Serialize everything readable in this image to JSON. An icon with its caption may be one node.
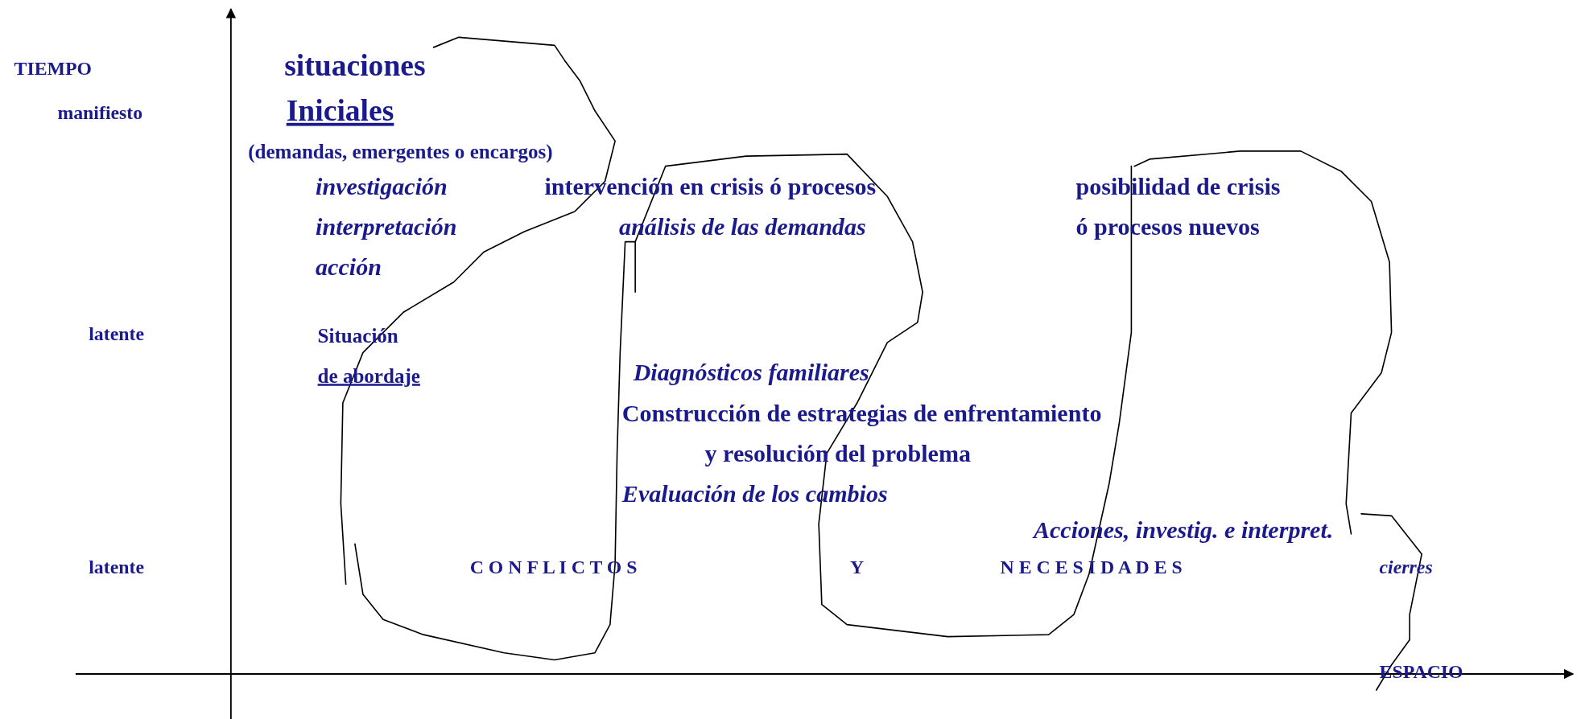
{
  "diagram": {
    "labels": [
      "TIEMPO",
      "situaciones",
      "manifiesto",
      "Iniciales",
      "(demandas, emergentes o encargos)",
      "investigación",
      "intervención en crisis ó procesos",
      "posibilidad de crisis",
      "interpretación",
      "análisis de las demandas",
      "ó procesos nuevos",
      "acción",
      "latente",
      "Situación",
      "de abordaje",
      "Diagnósticos familiares",
      "Construcción de estrategias de enfrentamiento",
      "y resolución del problema",
      "Evaluación de los cambios",
      "Acciones, investig. e interpret.",
      "latente",
      "C O N F L I C T O S",
      "Y",
      "N E C E S I D A D E S",
      "cierres",
      "ESPACIO"
    ]
  }
}
